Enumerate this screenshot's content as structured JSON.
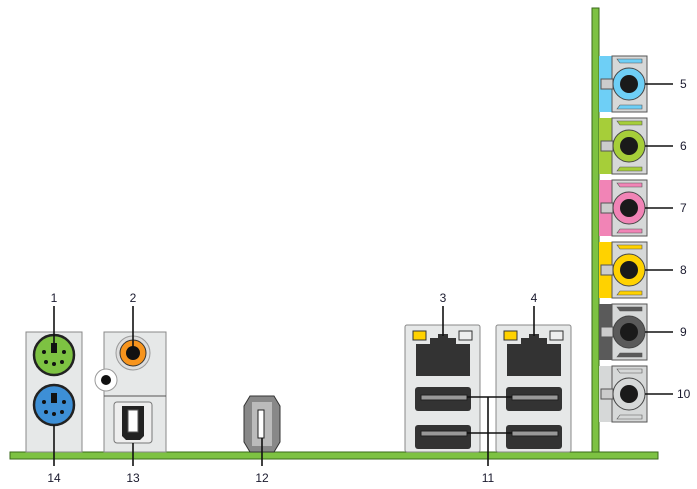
{
  "colors": {
    "board": "#7dc242",
    "line_in": "#6ecff6",
    "line_out": "#a6ce39",
    "mic": "#f184b6",
    "center_bass": "#ffd200",
    "rear_speaker": "#5a5a5a",
    "side_speaker": "#d6d8d8",
    "ps2_mouse": "#7dc242",
    "ps2_keyboard": "#3d8fd6",
    "coaxial": "#f7941d",
    "lan_led": "#ffd200"
  },
  "callouts": {
    "c1": "1",
    "c2": "2",
    "c3": "3",
    "c4": "4",
    "c5": "5",
    "c6": "6",
    "c7": "7",
    "c8": "8",
    "c9": "9",
    "c10": "10",
    "c11": "11",
    "c12": "12",
    "c13": "13",
    "c14": "14"
  },
  "icons": {
    "ps2": "ps2-port-icon",
    "rca": "coaxial-port-icon",
    "optical": "optical-port-icon",
    "firewire": "ieee1394-port-icon",
    "rj45": "lan-port-icon",
    "usb": "usb-port-icon",
    "audio": "audio-jack-icon"
  }
}
